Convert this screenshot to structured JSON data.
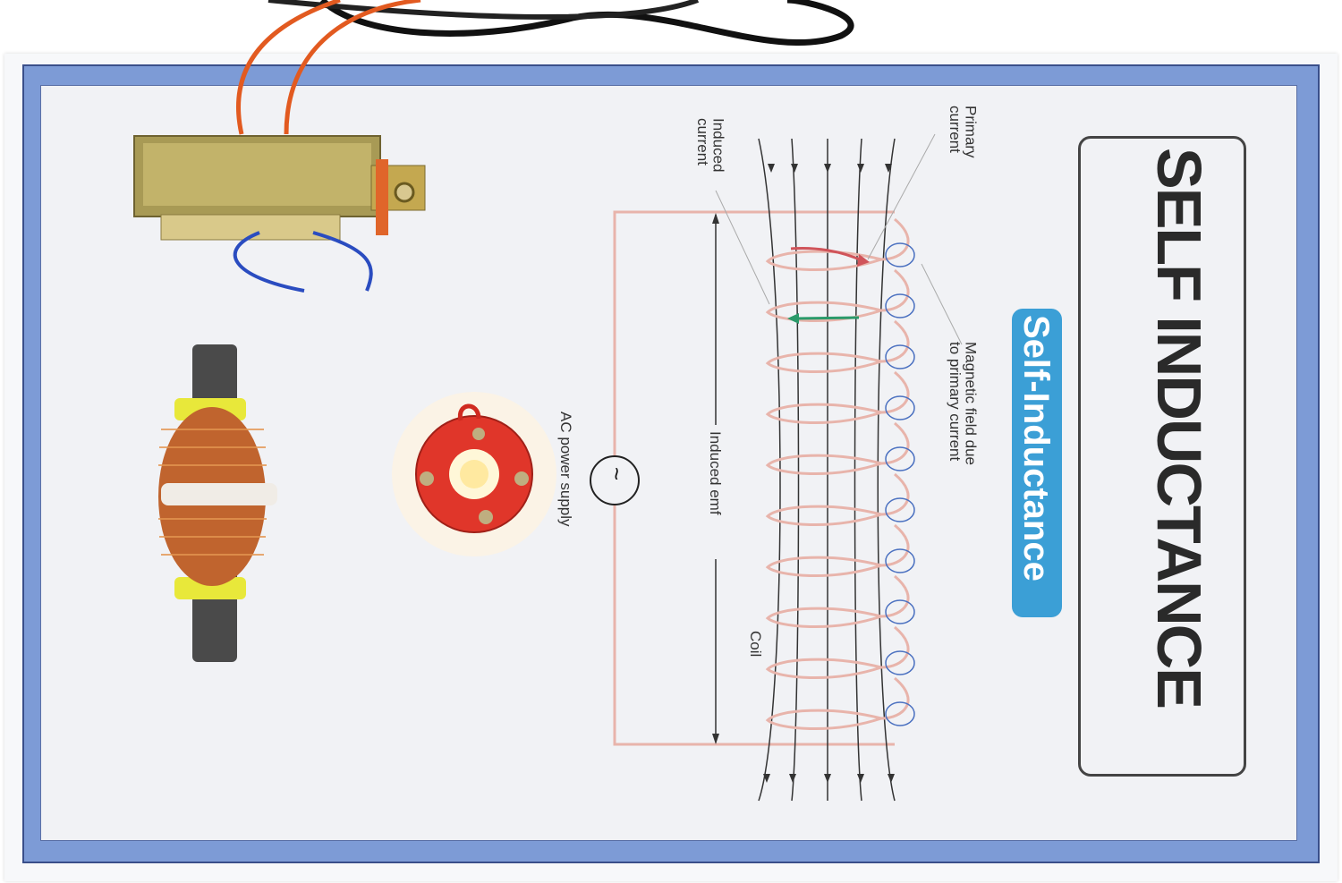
{
  "board": {
    "title": "SELF INDUCTANCE",
    "subtitle": "Self-Inductance"
  },
  "diagram": {
    "primary_current": [
      "Primary",
      "current"
    ],
    "induced_current": [
      "Induced",
      "current"
    ],
    "magnetic_field": [
      "Magnetic field due",
      "to primary current"
    ],
    "induced_emf": "Induced emf",
    "coil": "Coil",
    "ac_symbol": "~",
    "ac_label": "AC power supply"
  },
  "colors": {
    "frame_blue": "#7d9bd6",
    "pill_blue": "#3b9fd6",
    "coil_pink": "#e8b4ab",
    "primary_arrow": "#d0545a",
    "induced_arrow": "#2a9a6a",
    "field_loop_blue": "#4a70c0"
  }
}
